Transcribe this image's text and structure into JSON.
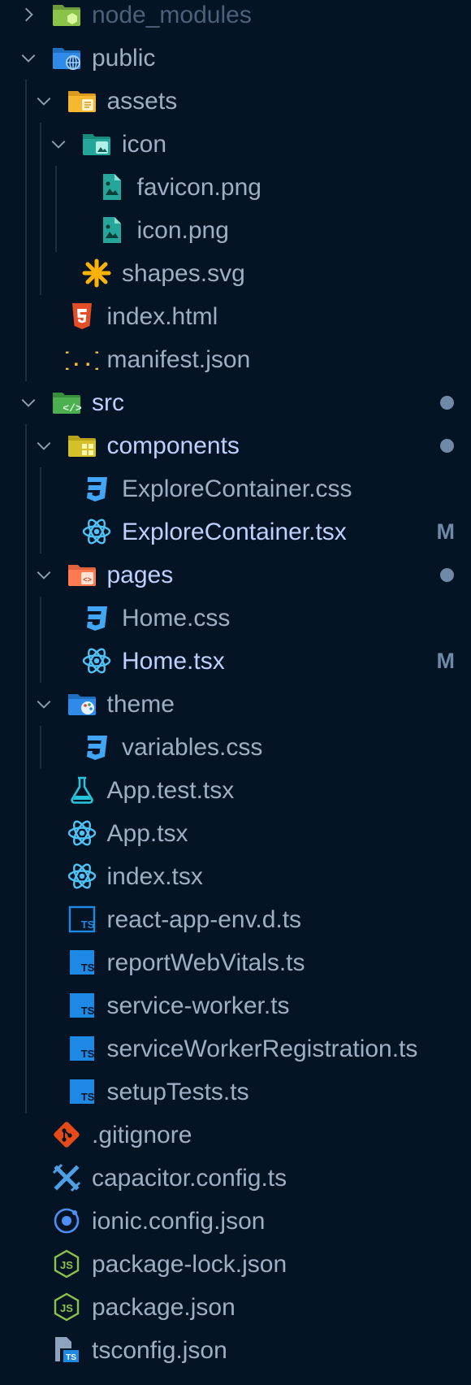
{
  "explorer": {
    "items": [
      {
        "name": "node_modules",
        "kind": "folder",
        "expanded": false,
        "icon": "node-folder-icon"
      },
      {
        "name": "public",
        "kind": "folder",
        "expanded": true,
        "icon": "globe-folder-icon"
      },
      {
        "name": "assets",
        "kind": "folder",
        "expanded": true,
        "icon": "assets-folder-icon"
      },
      {
        "name": "icon",
        "kind": "folder",
        "expanded": true,
        "icon": "image-folder-icon"
      },
      {
        "name": "favicon.png",
        "kind": "file",
        "icon": "image-file-icon"
      },
      {
        "name": "icon.png",
        "kind": "file",
        "icon": "image-file-icon"
      },
      {
        "name": "shapes.svg",
        "kind": "file",
        "icon": "svg-icon"
      },
      {
        "name": "index.html",
        "kind": "file",
        "icon": "html5-icon"
      },
      {
        "name": "manifest.json",
        "kind": "file",
        "icon": "json-icon"
      },
      {
        "name": "src",
        "kind": "folder",
        "expanded": true,
        "icon": "src-folder-icon",
        "status": "dot"
      },
      {
        "name": "components",
        "kind": "folder",
        "expanded": true,
        "icon": "components-folder-icon",
        "status": "dot"
      },
      {
        "name": "ExploreContainer.css",
        "kind": "file",
        "icon": "css-icon"
      },
      {
        "name": "ExploreContainer.tsx",
        "kind": "file",
        "icon": "react-icon",
        "status": "M"
      },
      {
        "name": "pages",
        "kind": "folder",
        "expanded": true,
        "icon": "pages-folder-icon",
        "status": "dot"
      },
      {
        "name": "Home.css",
        "kind": "file",
        "icon": "css-icon"
      },
      {
        "name": "Home.tsx",
        "kind": "file",
        "icon": "react-icon",
        "status": "M"
      },
      {
        "name": "theme",
        "kind": "folder",
        "expanded": true,
        "icon": "theme-folder-icon"
      },
      {
        "name": "variables.css",
        "kind": "file",
        "icon": "css-icon"
      },
      {
        "name": "App.test.tsx",
        "kind": "file",
        "icon": "test-flask-icon"
      },
      {
        "name": "App.tsx",
        "kind": "file",
        "icon": "react-icon"
      },
      {
        "name": "index.tsx",
        "kind": "file",
        "icon": "react-icon"
      },
      {
        "name": "react-app-env.d.ts",
        "kind": "file",
        "icon": "ts-def-icon"
      },
      {
        "name": "reportWebVitals.ts",
        "kind": "file",
        "icon": "typescript-icon"
      },
      {
        "name": "service-worker.ts",
        "kind": "file",
        "icon": "typescript-icon"
      },
      {
        "name": "serviceWorkerRegistration.ts",
        "kind": "file",
        "icon": "typescript-icon"
      },
      {
        "name": "setupTests.ts",
        "kind": "file",
        "icon": "typescript-icon"
      },
      {
        "name": ".gitignore",
        "kind": "file",
        "icon": "git-icon"
      },
      {
        "name": "capacitor.config.ts",
        "kind": "file",
        "icon": "capacitor-icon"
      },
      {
        "name": "ionic.config.json",
        "kind": "file",
        "icon": "ionic-icon"
      },
      {
        "name": "package-lock.json",
        "kind": "file",
        "icon": "nodejs-icon"
      },
      {
        "name": "package.json",
        "kind": "file",
        "icon": "nodejs-icon"
      },
      {
        "name": "tsconfig.json",
        "kind": "file",
        "icon": "tsconfig-icon"
      }
    ]
  },
  "colors": {
    "background": "#041425",
    "text": "#9eafc4",
    "modified_text": "#bfd0ff",
    "status": "#6f89a6",
    "indent_guide": "#1c2d40"
  }
}
